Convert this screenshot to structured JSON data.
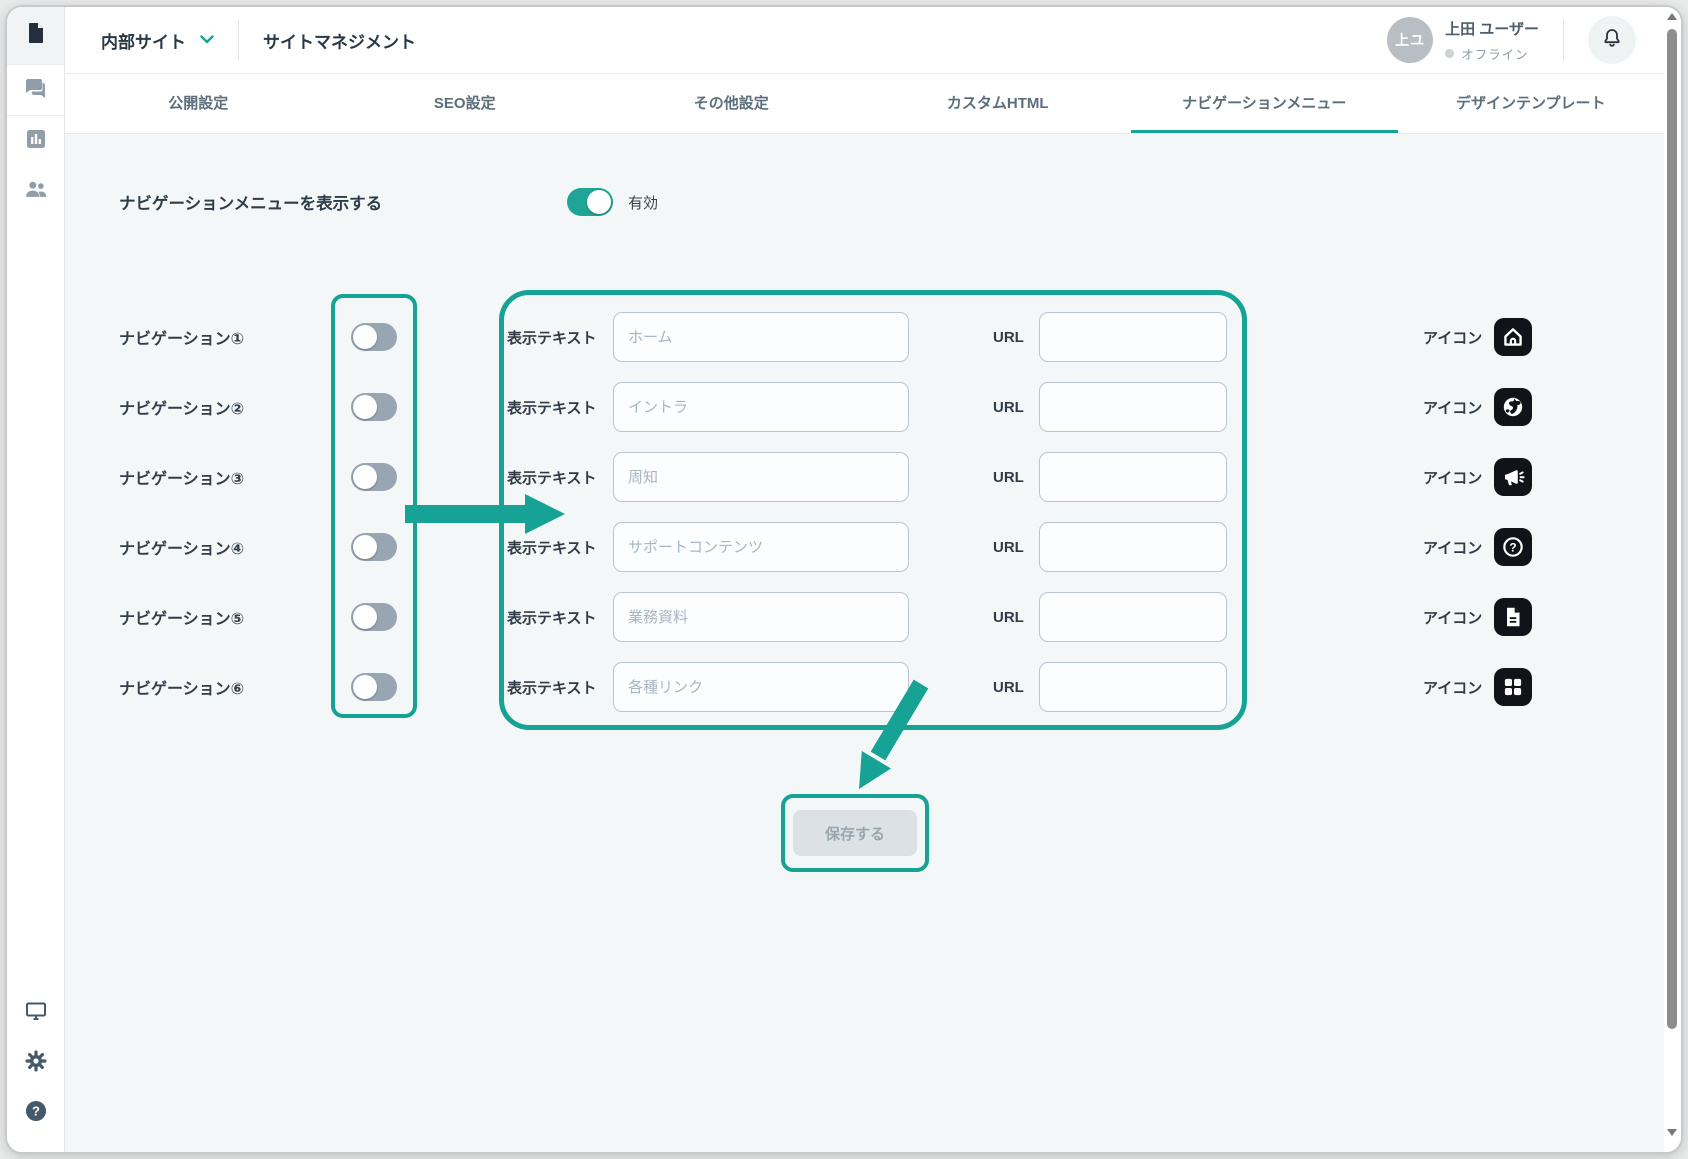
{
  "header": {
    "site_selector": "内部サイト",
    "page_title": "サイトマネジメント",
    "user": {
      "avatar_initials": "上ユ",
      "name": "上田 ユーザー",
      "status": "オフライン"
    }
  },
  "tabs": [
    {
      "label": "公開設定",
      "active": false
    },
    {
      "label": "SEO設定",
      "active": false
    },
    {
      "label": "その他設定",
      "active": false
    },
    {
      "label": "カスタムHTML",
      "active": false
    },
    {
      "label": "ナビゲーションメニュー",
      "active": true
    },
    {
      "label": "デザインテンプレート",
      "active": false
    }
  ],
  "master_toggle": {
    "label": "ナビゲーションメニューを表示する",
    "state_label": "有効",
    "enabled": true
  },
  "rows": [
    {
      "label": "ナビゲーション①",
      "toggle_on": false,
      "text_label": "表示テキスト",
      "text_placeholder": "ホーム",
      "text_value": "",
      "url_label": "URL",
      "url_value": "",
      "icon_label": "アイコン",
      "icon": "home-icon"
    },
    {
      "label": "ナビゲーション②",
      "toggle_on": false,
      "text_label": "表示テキスト",
      "text_placeholder": "イントラ",
      "text_value": "",
      "url_label": "URL",
      "url_value": "",
      "icon_label": "アイコン",
      "icon": "globe-icon"
    },
    {
      "label": "ナビゲーション③",
      "toggle_on": false,
      "text_label": "表示テキスト",
      "text_placeholder": "周知",
      "text_value": "",
      "url_label": "URL",
      "url_value": "",
      "icon_label": "アイコン",
      "icon": "megaphone-icon"
    },
    {
      "label": "ナビゲーション④",
      "toggle_on": false,
      "text_label": "表示テキスト",
      "text_placeholder": "サポートコンテンツ",
      "text_value": "",
      "url_label": "URL",
      "url_value": "",
      "icon_label": "アイコン",
      "icon": "question-icon"
    },
    {
      "label": "ナビゲーション⑤",
      "toggle_on": false,
      "text_label": "表示テキスト",
      "text_placeholder": "業務資料",
      "text_value": "",
      "url_label": "URL",
      "url_value": "",
      "icon_label": "アイコン",
      "icon": "document-icon"
    },
    {
      "label": "ナビゲーション⑥",
      "toggle_on": false,
      "text_label": "表示テキスト",
      "text_placeholder": "各種リンク",
      "text_value": "",
      "url_label": "URL",
      "url_value": "",
      "icon_label": "アイコン",
      "icon": "grid-icon"
    }
  ],
  "save_button": {
    "label": "保存する",
    "enabled": false
  },
  "sidebar": {
    "top_icons": [
      "document-icon",
      "chat-icon",
      "chart-icon",
      "users-icon"
    ],
    "bottom_icons": [
      "monitor-icon",
      "settings-icon",
      "help-icon"
    ]
  },
  "colors": {
    "accent_teal": "#16a294",
    "toggle_on": "#1fa596",
    "toggle_off": "#98a6b3",
    "content_bg": "#f4f7f8",
    "row_icon_bg": "#101418",
    "save_button_bg": "#dbe1e5",
    "save_button_text": "#99a6ae",
    "tab_text": "#5d6e7b"
  }
}
